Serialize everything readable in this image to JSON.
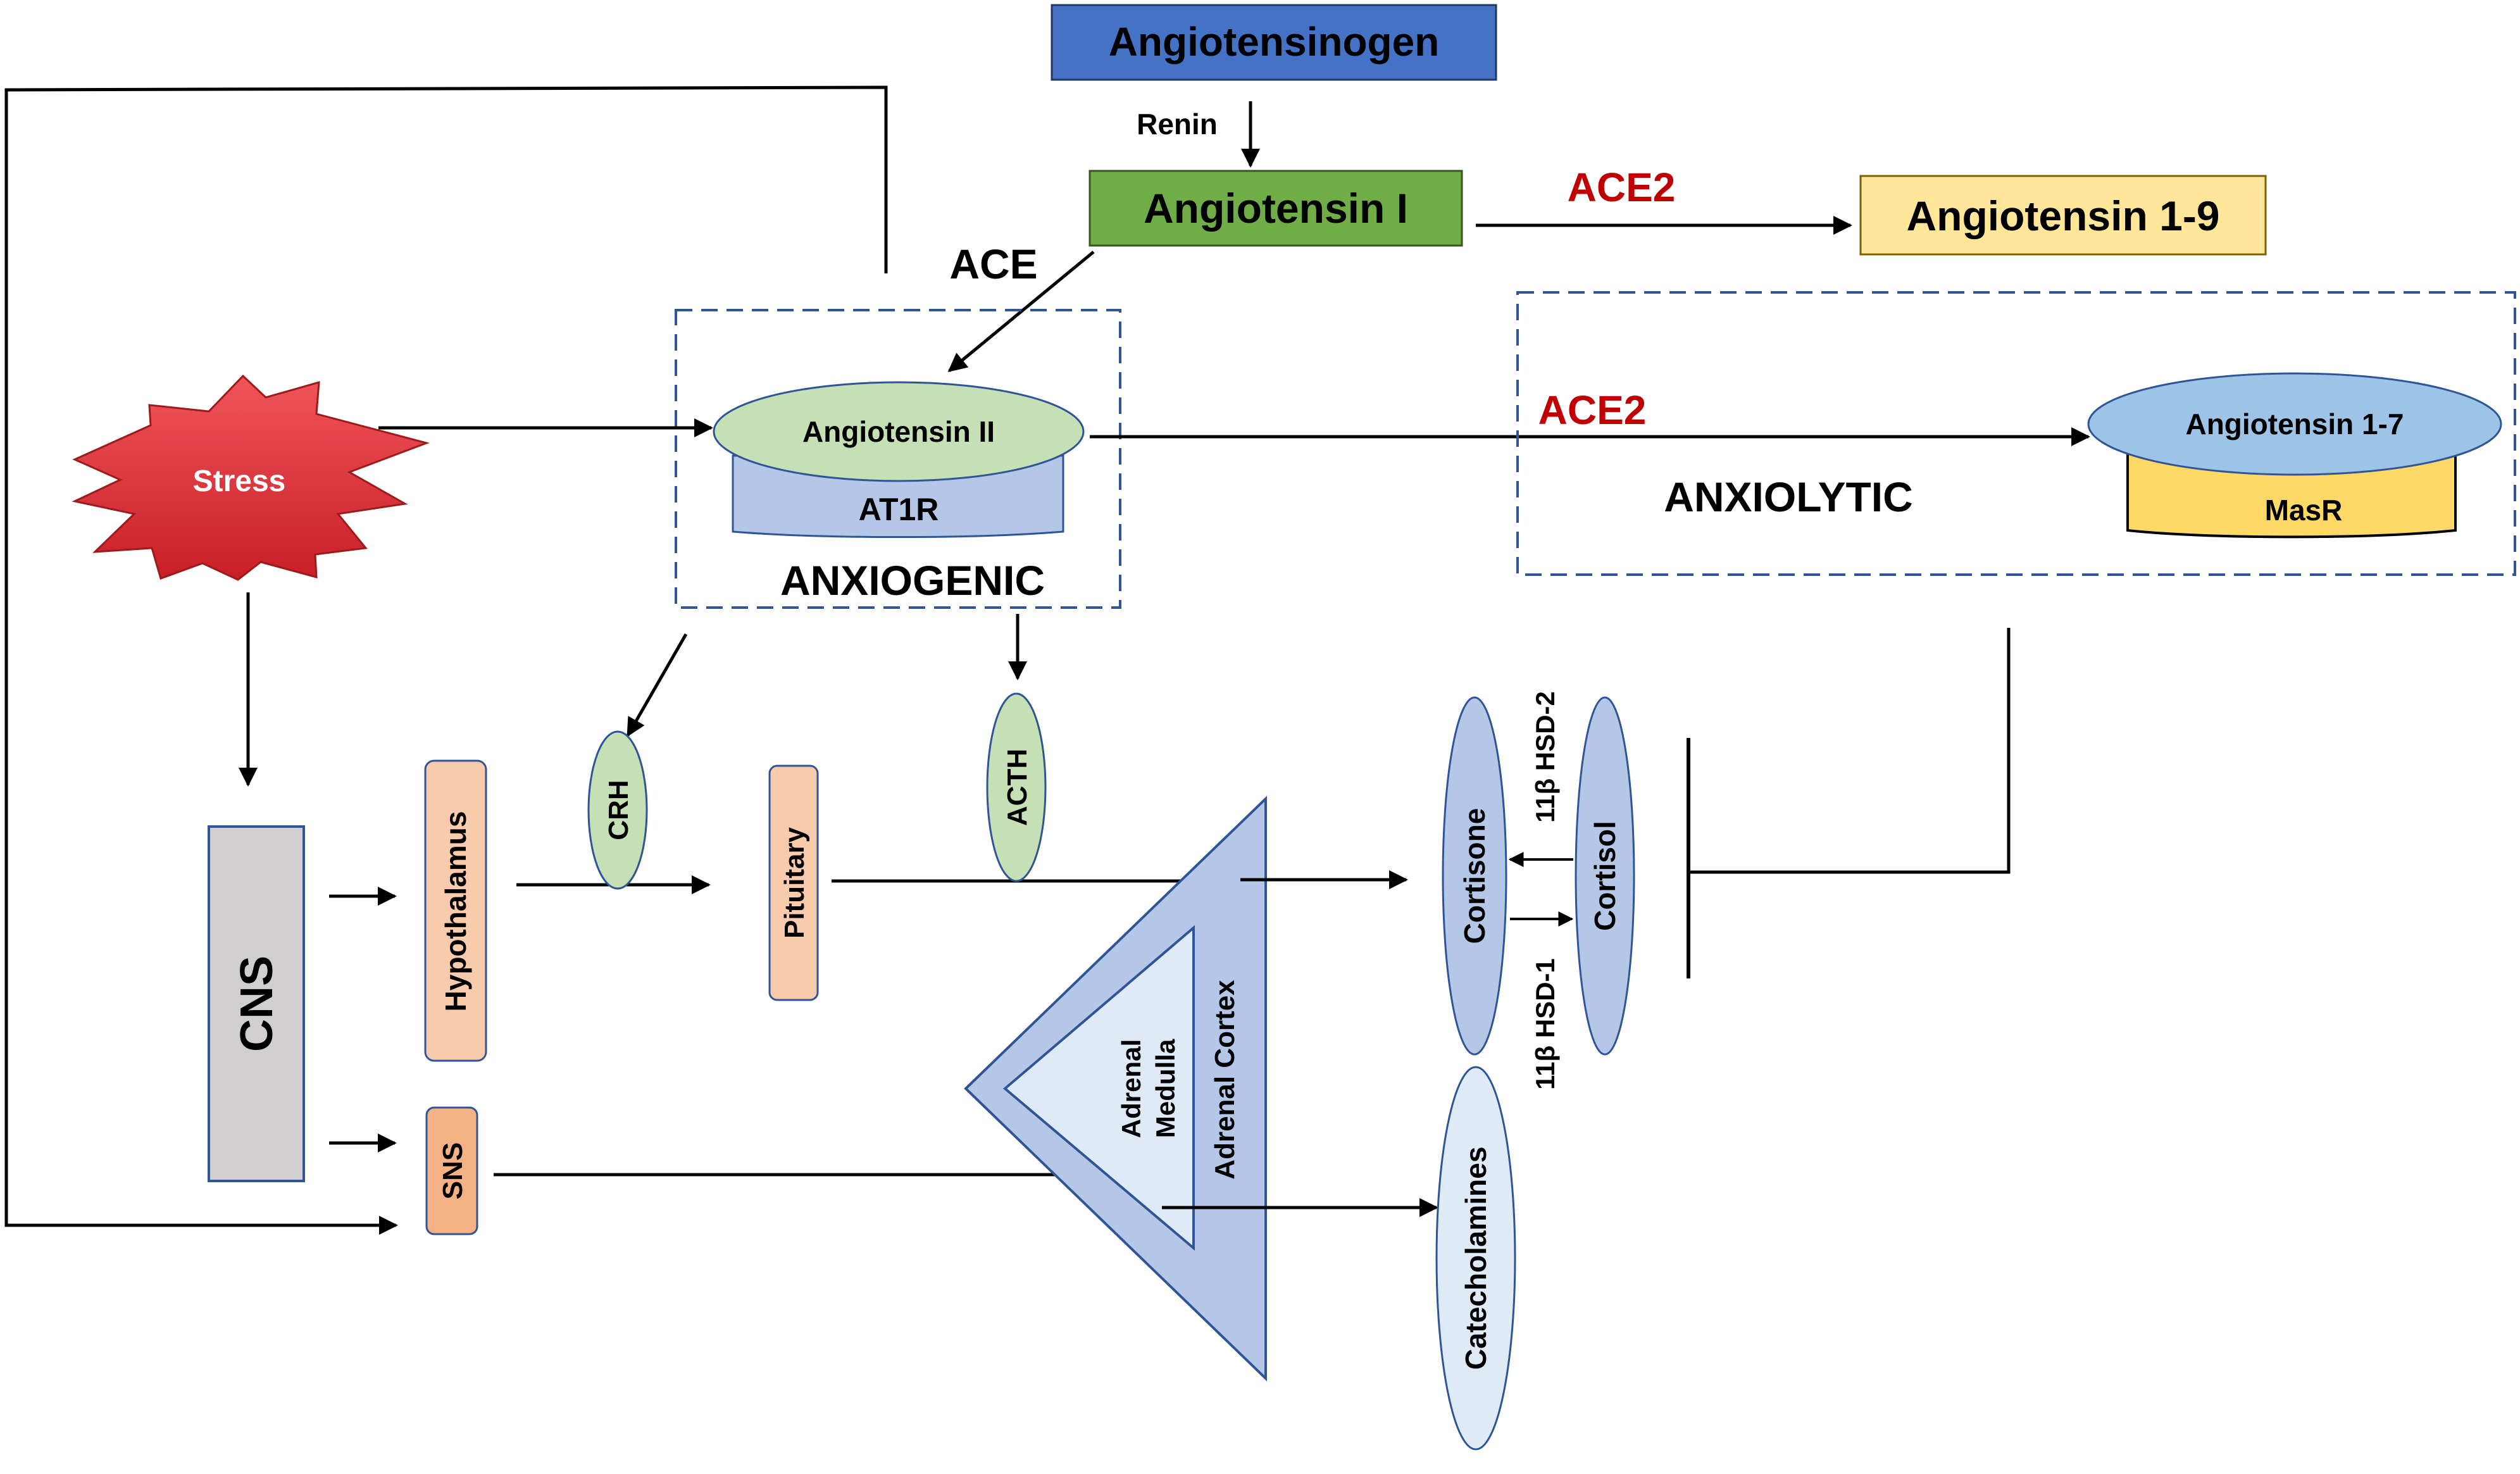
{
  "nodes": {
    "angiotensinogen": "Angiotensinogen",
    "renin": "Renin",
    "angiotensin_i": "Angiotensin I",
    "ace": "ACE",
    "ace2_top": "ACE2",
    "angiotensin_1_9": "Angiotensin 1-9",
    "angiotensin_ii": "Angiotensin II",
    "at1r": "AT1R",
    "anxiogenic": "ANXIOGENIC",
    "ace2_mid": "ACE2",
    "anxiolytic": "ANXIOLYTIC",
    "angiotensin_1_7": "Angiotensin 1-7",
    "masr": "MasR",
    "stress": "Stress",
    "cns": "CNS",
    "hypothalamus": "Hypothalamus",
    "crh": "CRH",
    "pituitary": "Pituitary",
    "acth": "ACTH",
    "adrenal_medulla_line1": "Adrenal",
    "adrenal_medulla_line2": "Medulla",
    "adrenal_cortex": "Adrenal Cortex",
    "sns": "SNS",
    "cortisone": "Cortisone",
    "cortisol": "Cortisol",
    "hsd2": "11β HSD-2",
    "hsd1": "11β HSD-1",
    "catecholamines": "Catecholamines"
  },
  "colors": {
    "angiotensinogen": "#4472C4",
    "angiotensin_i": "#70AD47",
    "angiotensin_1_9": "#FFE699",
    "angiotensin_ii": "#C5E0B4",
    "at1r": "#B4C7E7",
    "angiotensin_1_7": "#9DC3E6",
    "masr": "#FFD966",
    "stress": "#E53935",
    "cns": "#D0CECE",
    "hypothalamus": "#F8CBAD",
    "pituitary": "#F8CBAD",
    "sns": "#F4B183",
    "crh": "#C5E0B4",
    "acth": "#C5E0B4",
    "adrenal_cortex": "#B4C7E7",
    "adrenal_medulla": "#DEEBF7",
    "cortisone": "#B4C7E7",
    "cortisol": "#B4C7E7",
    "catecholamines": "#DEEBF7",
    "ace2_text": "#C00000",
    "dashed_border": "#2F5597"
  }
}
